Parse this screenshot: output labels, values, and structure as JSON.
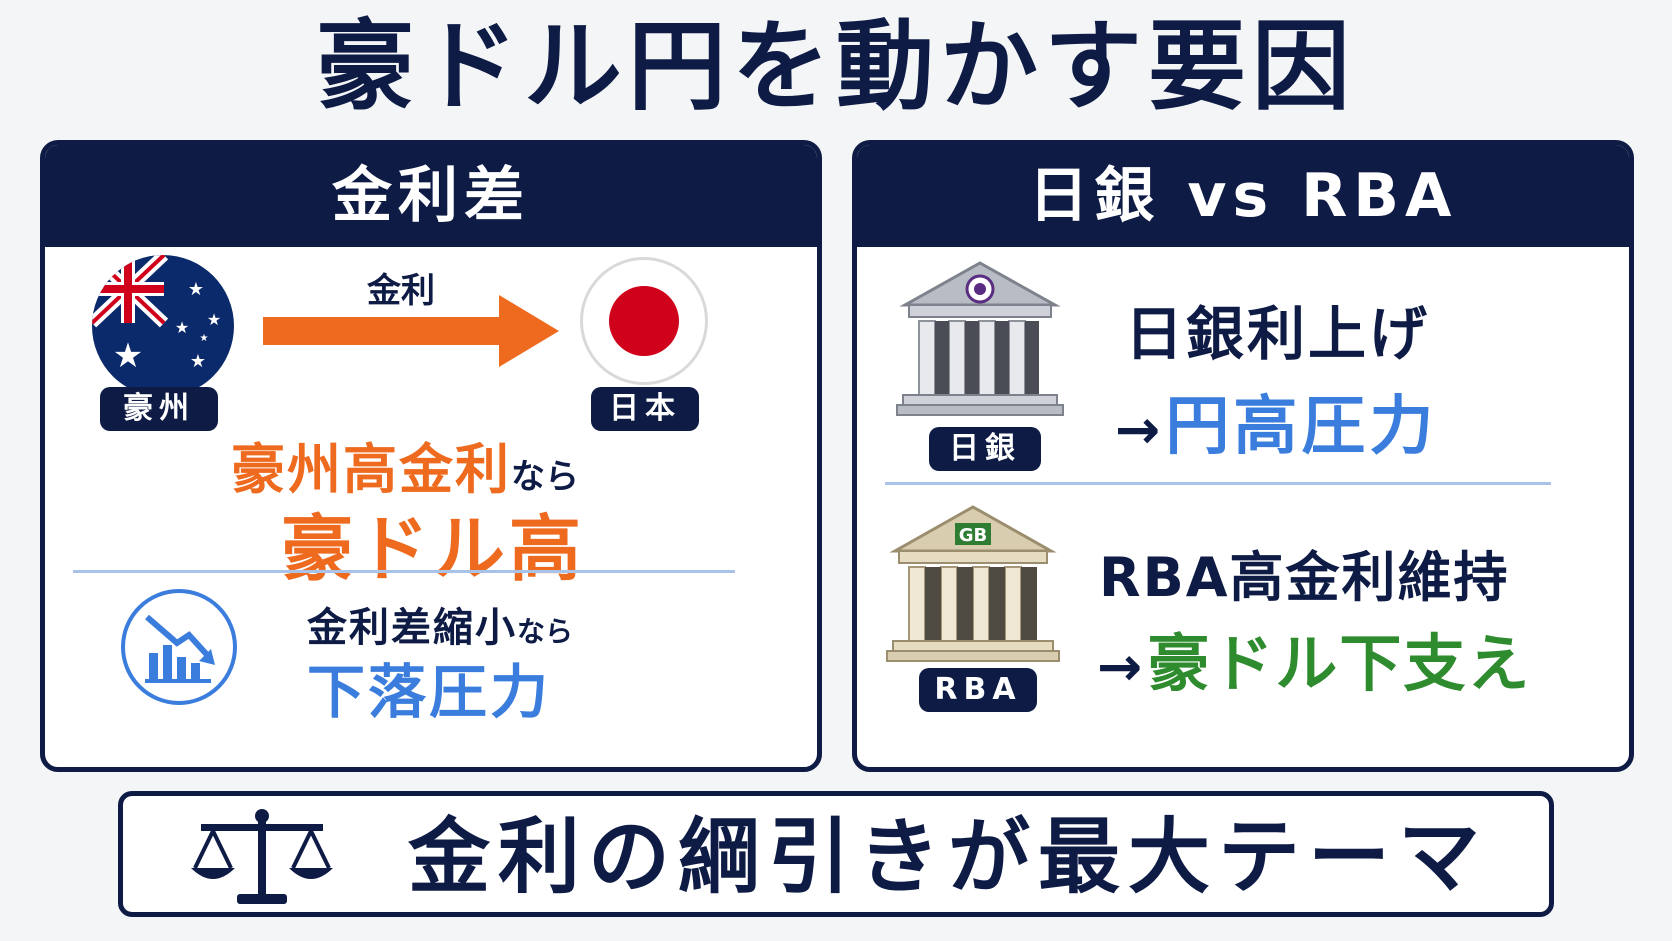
{
  "title": "豪ドル円を動かす要因",
  "left_panel": {
    "header": "金利差",
    "au_label": "豪州",
    "jp_label": "日本",
    "arrow_label": "金利",
    "highlight_main": "豪州高金利",
    "highlight_suffix": "なら",
    "highlight_result": "豪ドル高",
    "sub_main": "金利差縮小",
    "sub_suffix": "なら",
    "sub_result": "下落圧力"
  },
  "right_panel": {
    "header": "日銀 vs RBA",
    "boj_label": "日銀",
    "boj_text": "日銀利上げ",
    "boj_arrow": "→",
    "boj_result": "円高圧力",
    "rba_label": "RBA",
    "rba_text": "RBA高金利維持",
    "rba_arrow": "→",
    "rba_result": "豪ドル下支え"
  },
  "footer": {
    "text": "金利の綱引きが最大テーマ"
  },
  "icons": [
    "australia-flag-icon",
    "japan-flag-icon",
    "arrow-right-icon",
    "chart-down-icon",
    "boj-bank-icon",
    "rba-bank-icon",
    "scales-icon"
  ],
  "colors": {
    "navy": "#0d1b45",
    "orange": "#ee6a1f",
    "blue": "#3b7ddd",
    "green": "#2e8b2e",
    "red": "#d0021b"
  }
}
